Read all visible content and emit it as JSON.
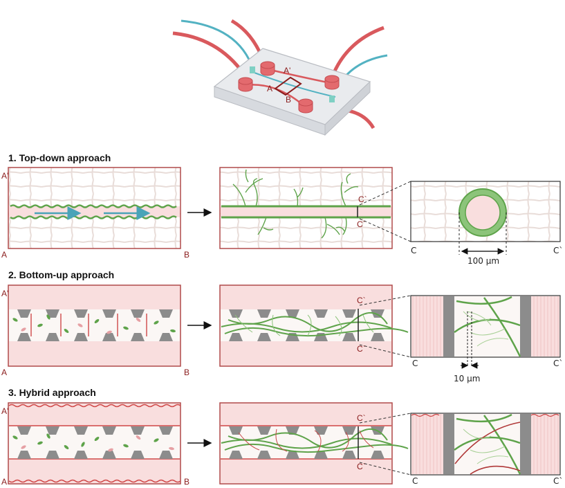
{
  "chip": {
    "point_a": "A",
    "point_a_prime": "A'",
    "point_b": "B"
  },
  "sections": [
    {
      "title": "1.  Top-down approach",
      "corner_a_prime": "A'",
      "corner_a": "A",
      "corner_b": "B",
      "cut_top": "C`",
      "cut_bottom": "C`",
      "detail_left": "C",
      "detail_right": "C`",
      "scale_label": "100 μm"
    },
    {
      "title": "2. Bottom-up approach",
      "corner_a_prime": "A'",
      "corner_a": "A",
      "corner_b": "B",
      "cut_top": "C`",
      "cut_bottom": "C`",
      "detail_left": "C",
      "detail_right": "C`",
      "scale_label": "10 μm"
    },
    {
      "title": "3. Hybrid approach",
      "corner_a_prime": "A'",
      "corner_a": "A",
      "corner_b": "B",
      "cut_top": "C`",
      "cut_bottom": "C`",
      "detail_left": "C",
      "detail_right": "C`"
    }
  ],
  "colors": {
    "frame": "#b04a4a",
    "channel_pink": "#f9dede",
    "hydrogel": "#fbf7f5",
    "vessel_green": "#5ea34a",
    "flow_blue": "#4aa3b8",
    "post_gray": "#8c8c8c",
    "cell_red": "#d04848"
  },
  "icons": [
    "microfluidic-chip-icon",
    "arrow-right-icon"
  ]
}
